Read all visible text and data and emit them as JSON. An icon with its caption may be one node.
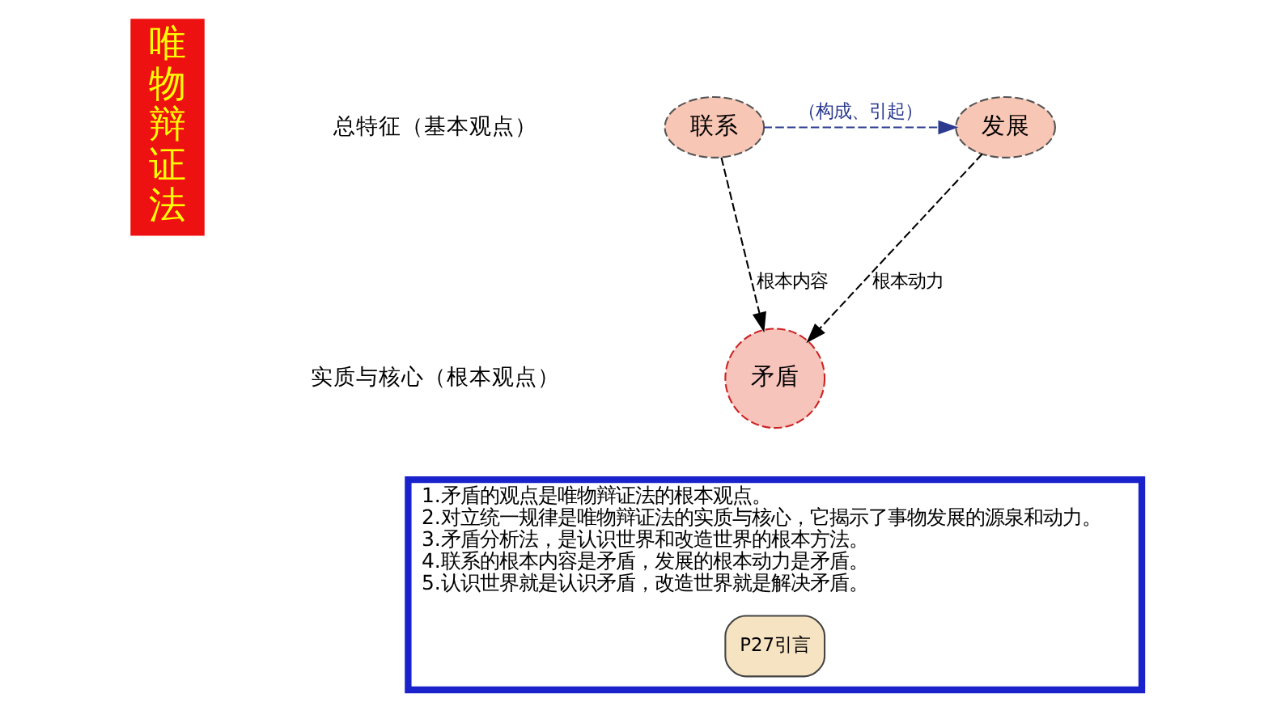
{
  "diagram": {
    "nodes": [
      {
        "text": [
          "唯物辩证法"
        ]
      },
      {
        "text": [
          "联系"
        ]
      },
      {
        "text": [
          "发展"
        ]
      },
      {
        "text": [
          "矛盾"
        ]
      },
      {
        "text": [
          "1.矛盾的观点是唯物辩证法的根本观点。",
          "2.对立统一规律是唯物辩证法的实质与核心，它揭示了事物发展的源泉和动力。",
          "3.矛盾分析法，是认识世界和改造世界的根本方法。",
          "4.联系的根本内容是矛盾，发展的根本动力是矛盾。",
          "5.认识世界就是认识矛盾，改造世界就是解决矛盾。"
        ]
      },
      {
        "text": [
          "P27引言"
        ],
        "in": 4
      }
    ],
    "edges": [
      {
        "from": 1,
        "to": 2,
        "arrow": "to",
        "label": "（构成、引起）",
        "style": "dashed",
        "color": "#2b3a8f"
      },
      {
        "from": 1,
        "to": 3,
        "arrow": "to",
        "label": "根本内容",
        "style": "dashed"
      },
      {
        "from": 2,
        "to": 3,
        "arrow": "to",
        "label": "根本动力",
        "style": "dashed"
      }
    ],
    "labels": [
      "总特征（基本观点）",
      "实质与核心（根本观点）"
    ]
  }
}
